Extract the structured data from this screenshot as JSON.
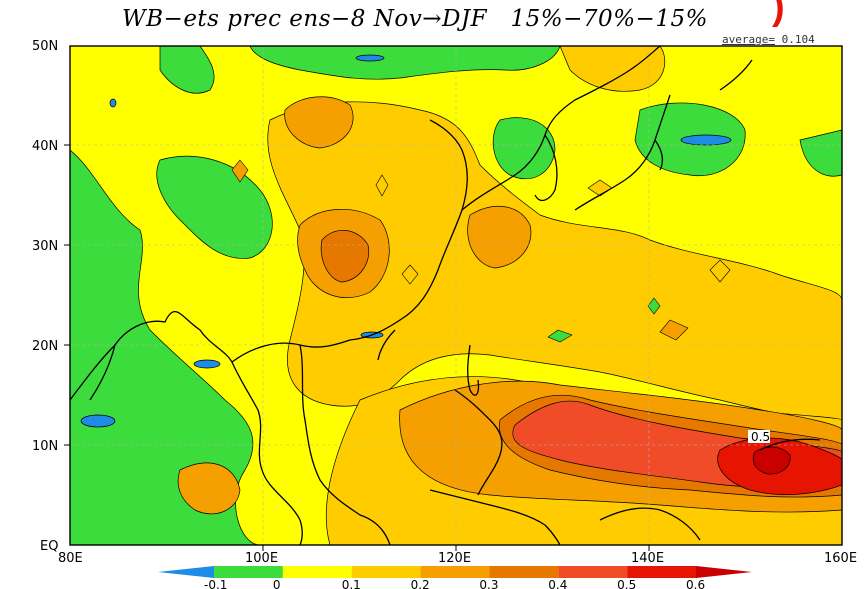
{
  "title": "WB−ets prec ens−8 Nov→DJF   15%−70%−15%",
  "corner_mark": ")",
  "average": {
    "label": "average=",
    "value": "0.104"
  },
  "axes": {
    "lat_labels": [
      "EQ",
      "10N",
      "20N",
      "30N",
      "40N",
      "50N"
    ],
    "lon_labels": [
      "80E",
      "100E",
      "120E",
      "140E",
      "160E"
    ]
  },
  "contour_label": "0.5",
  "colorbar": {
    "colors": [
      "#1e8ce6",
      "#3cdc3c",
      "#ffff00",
      "#ffcc00",
      "#f5a000",
      "#e67800",
      "#f04c28",
      "#e61400",
      "#c80000"
    ],
    "labels": [
      "-0.1",
      "0",
      "0.1",
      "0.2",
      "0.3",
      "0.4",
      "0.5",
      "0.6"
    ]
  },
  "colors": {
    "green": "#3cdc3c",
    "yellow": "#ffff00",
    "light_orange": "#ffcc00",
    "orange": "#f5a000",
    "dark_orange": "#e67800",
    "red_orange": "#f04c28",
    "red": "#e61400",
    "blue": "#1e8ce6"
  }
}
